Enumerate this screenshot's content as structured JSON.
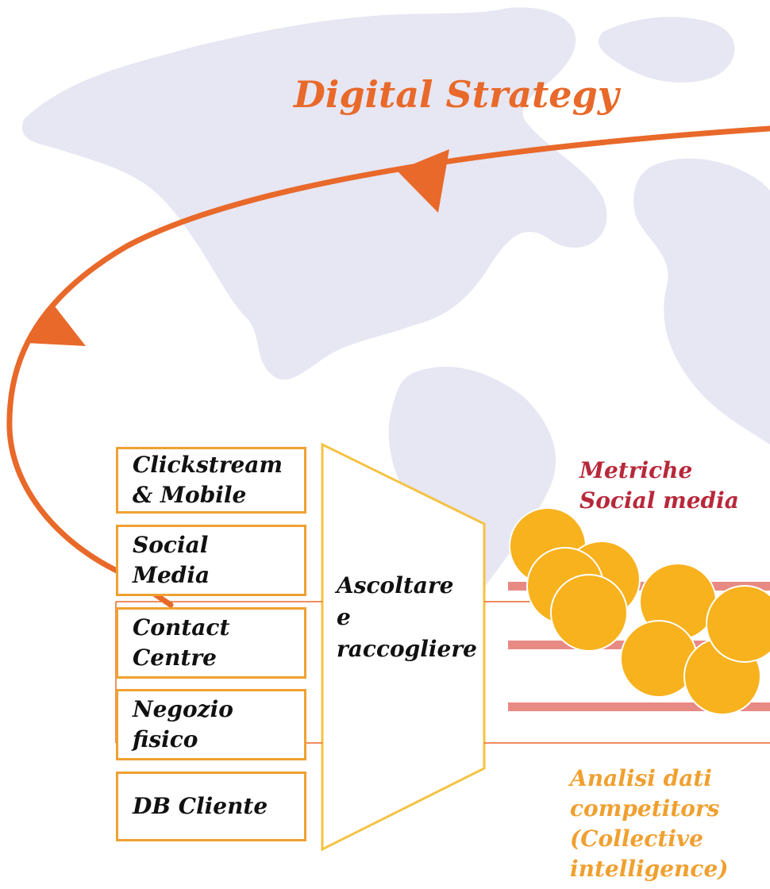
{
  "title": "Digital Strategy",
  "sources": [
    "Clickstream & Mobile",
    "Social Media",
    "Contact Centre",
    "Negozio fisico",
    "DB Cliente"
  ],
  "sources_lines": [
    [
      "Clickstream",
      "& Mobile"
    ],
    [
      "Social",
      "Media"
    ],
    [
      "Contact",
      "Centre"
    ],
    [
      "Negozio",
      "fisico"
    ],
    [
      "DB Cliente"
    ]
  ],
  "funnel_lines": [
    "Ascoltare",
    "e",
    "raccogliere"
  ],
  "metrics_lines": [
    "Metriche",
    "Social media"
  ],
  "competitors_lines": [
    "Analisi dati",
    "competitors",
    "(Collective",
    "intelligence)"
  ],
  "colors": {
    "orange": "#e8692a",
    "box_border": "#f0a030",
    "funnel_border": "#f5c242",
    "bubble": "#f7b21e",
    "stripe": "#e88a84",
    "metrics_text": "#b8283a",
    "map": "#e7e6f3"
  }
}
